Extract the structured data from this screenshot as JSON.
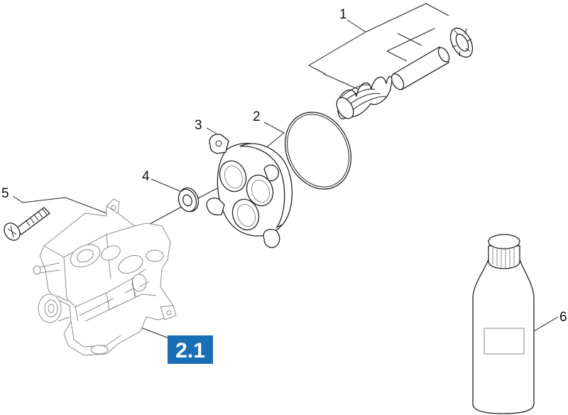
{
  "parts": [
    {
      "label": "1"
    },
    {
      "label": "2"
    },
    {
      "label": "3"
    },
    {
      "label": "4"
    },
    {
      "label": "5"
    },
    {
      "label": "6"
    }
  ],
  "assembly_badge": {
    "label": "2.1",
    "color": "#1a6eb6"
  }
}
